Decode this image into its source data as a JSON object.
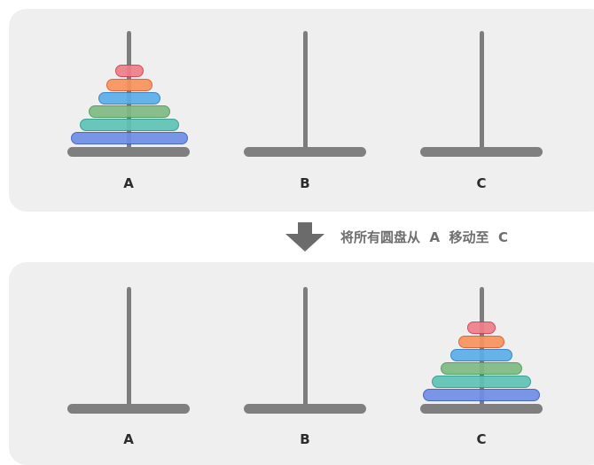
{
  "top": {
    "pegs": [
      "A",
      "B",
      "C"
    ]
  },
  "bottom": {
    "pegs": [
      "A",
      "B",
      "C"
    ]
  },
  "caption": "将所有圆盘从  A  移动至  C",
  "disk_colors": [
    {
      "fill": "#f07f88",
      "border": "#d83a4c"
    },
    {
      "fill": "#f8935c",
      "border": "#e05a1e"
    },
    {
      "fill": "#5aaee8",
      "border": "#2c7fc8"
    },
    {
      "fill": "#7fba83",
      "border": "#4c9a56"
    },
    {
      "fill": "#5fc2b6",
      "border": "#2f9a8e"
    },
    {
      "fill": "#6f8ee6",
      "border": "#3a5cd0"
    }
  ],
  "colors": {
    "panel": "#efefef",
    "rod": "#7d7d7d",
    "arrow": "#6b6b6b"
  }
}
